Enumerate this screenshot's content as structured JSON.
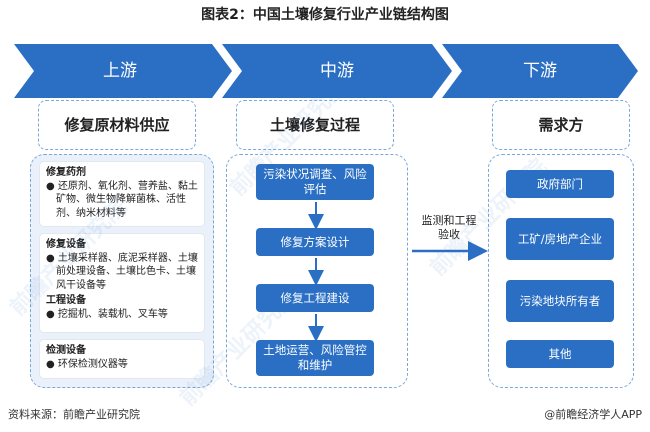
{
  "title": "图表2：中国土壤修复行业产业链结构图",
  "stages": [
    "上游",
    "中游",
    "下游"
  ],
  "upstream": {
    "header": "修复原材料供应",
    "groups": [
      {
        "title": "修复药剂",
        "items": [
          "还原剂、氧化剂、营养盐、黏土矿物、微生物降解菌株、活性剂、纳米材料等"
        ]
      },
      {
        "title": "修复设备",
        "items": [
          "土壤采样器、底泥采样器、土壤前处理设备、土壤比色卡、土壤风干设备等"
        ]
      },
      {
        "title": "工程设备",
        "items": [
          "挖掘机、装载机、叉车等"
        ]
      },
      {
        "title": "检测设备",
        "items": [
          "环保检测仪器等"
        ]
      }
    ]
  },
  "midstream": {
    "header": "土壤修复过程",
    "steps": [
      "污染状况调查、风险评估",
      "修复方案设计",
      "修复工程建设",
      "土地运营、风险管控和维护"
    ]
  },
  "connector_label": "监测和工程验收",
  "downstream": {
    "header": "需求方",
    "items": [
      "政府部门",
      "工矿/房地产企业",
      "污染地块所有者",
      "其他"
    ]
  },
  "footer": {
    "source": "资料来源：前瞻产业研究院",
    "brand": "@前瞻经济学人APP"
  },
  "watermark": "前瞻产业研究院",
  "colors": {
    "chevron": "#2a6fc4",
    "box": "#2a6fc4",
    "dashed": "#7aa7d8"
  }
}
